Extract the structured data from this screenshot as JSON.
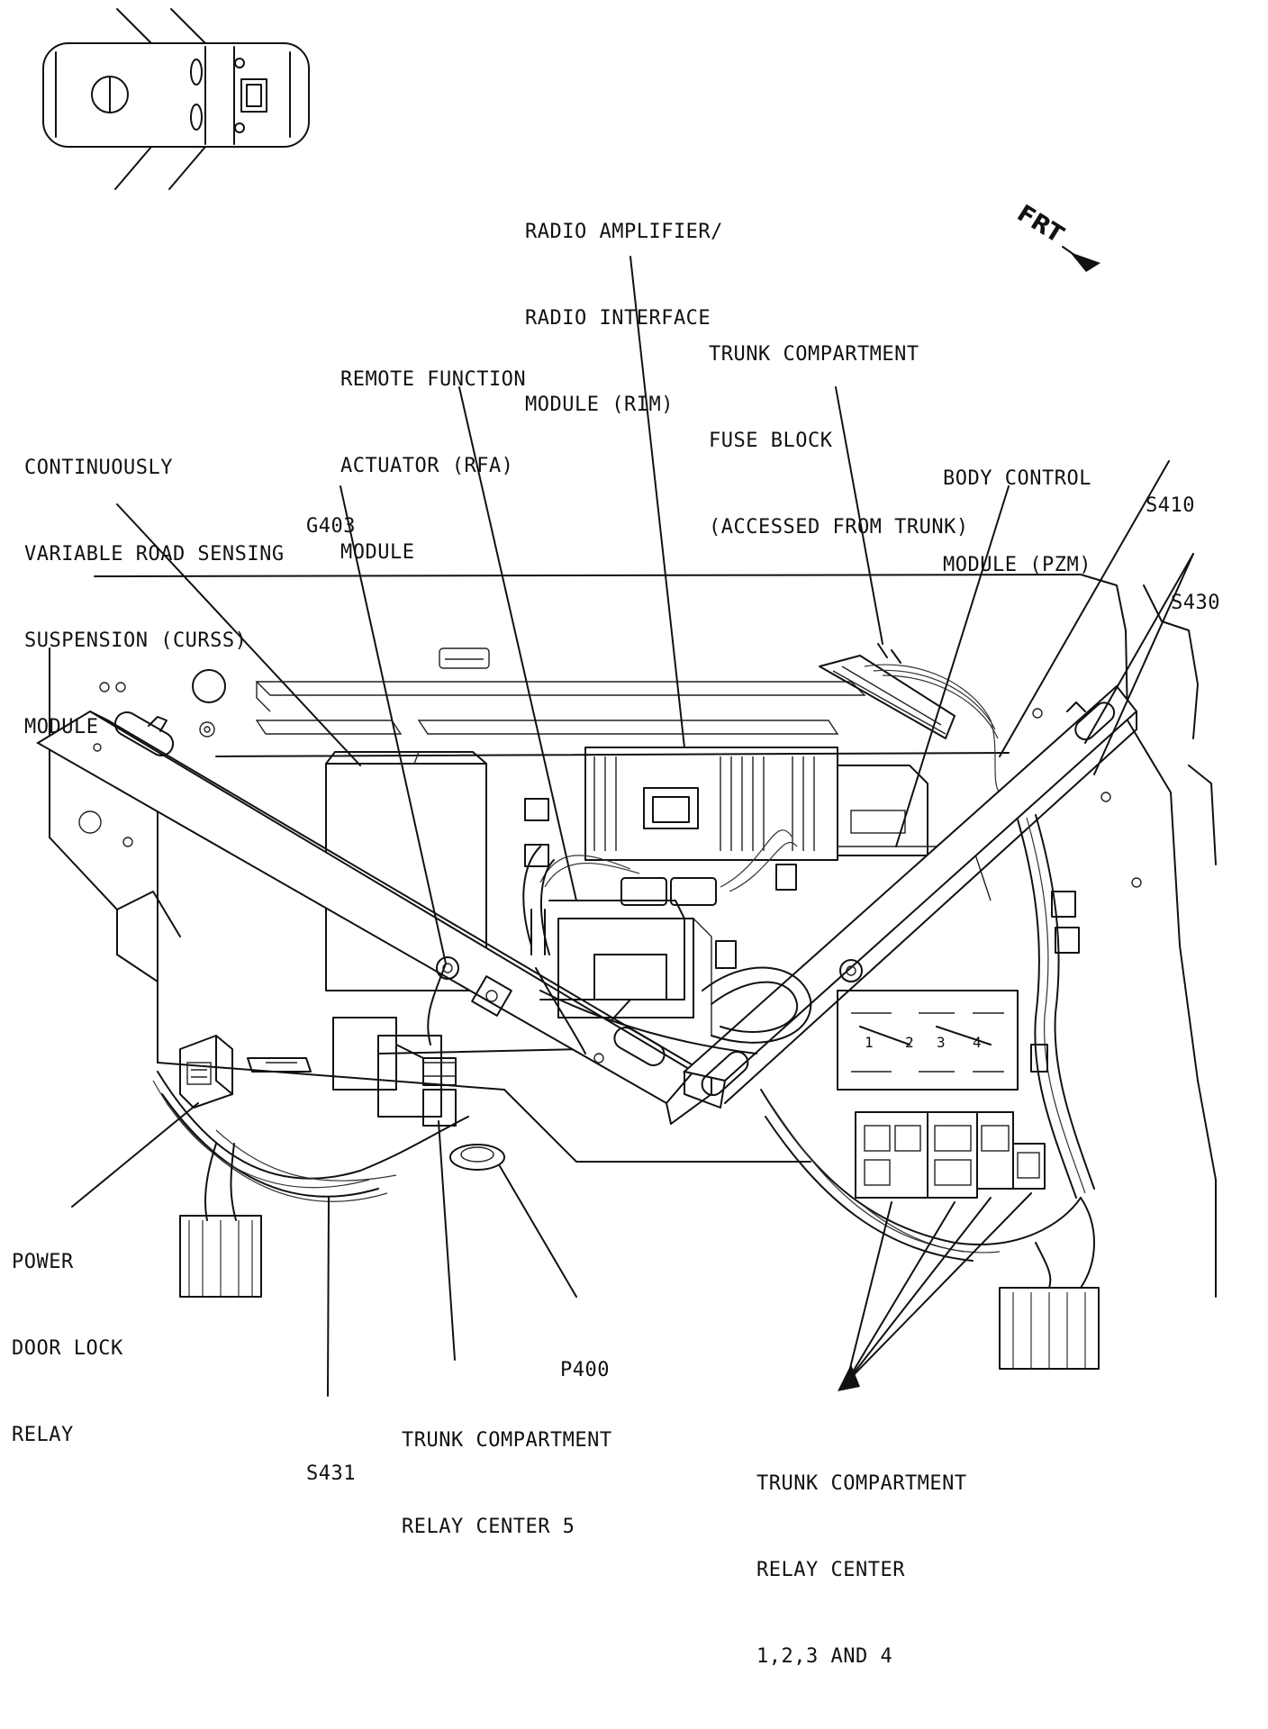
{
  "labels": {
    "rim": [
      "RADIO AMPLIFIER/",
      "RADIO INTERFACE",
      "MODULE (RIM)"
    ],
    "fuse_block": [
      "TRUNK COMPARTMENT",
      "FUSE BLOCK",
      "(ACCESSED FROM TRUNK)"
    ],
    "rfa": [
      "REMOTE FUNCTION",
      "ACTUATOR (RFA)",
      "MODULE"
    ],
    "curss": [
      "CONTINUOUSLY",
      "VARIABLE ROAD SENSING",
      "SUSPENSION (CURSS)",
      "MODULE"
    ],
    "g403": [
      "G403"
    ],
    "bcm": [
      "BODY CONTROL",
      "MODULE (PZM)"
    ],
    "s410": [
      "S410"
    ],
    "s430": [
      "S430"
    ],
    "power_door_lock": [
      "POWER",
      "DOOR LOCK",
      "RELAY"
    ],
    "p400": [
      "P400"
    ],
    "relay_center_5": [
      "TRUNK COMPARTMENT",
      "RELAY CENTER 5"
    ],
    "s431": [
      "S431"
    ],
    "relay_center_1_4": [
      "TRUNK COMPARTMENT",
      "RELAY CENTER",
      "1,2,3 AND 4"
    ]
  },
  "front_indicator": "FRT",
  "relay_numbers": [
    "1",
    "2",
    "3",
    "4"
  ],
  "icons": {
    "vehicle_locator": "vehicle-top-view-icon",
    "front_arrow": "arrow-icon"
  }
}
